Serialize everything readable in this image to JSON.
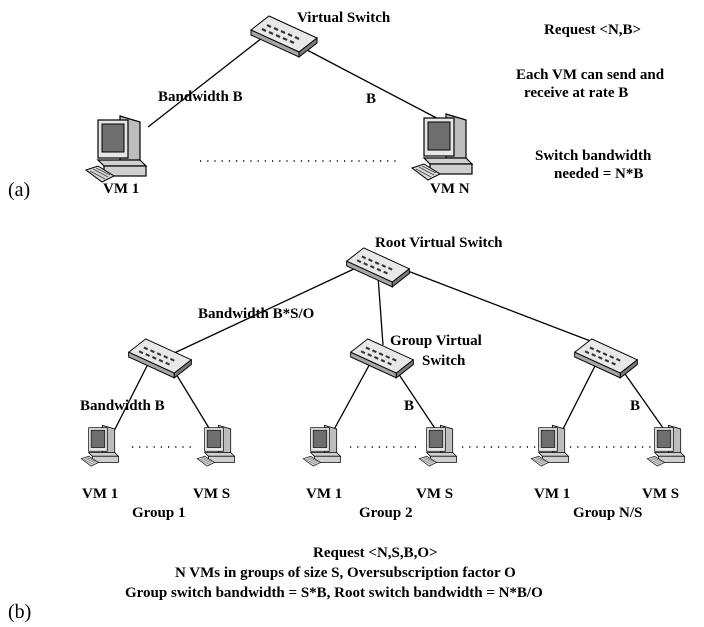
{
  "panel_a": {
    "label": "(a)",
    "switch_label": "Virtual Switch",
    "link_left_label": "Bandwidth B",
    "link_right_label": "B",
    "vm_left": "VM 1",
    "vm_right": "VM N",
    "notes": [
      "Request <N,B>",
      "Each VM can send and",
      "receive at rate B",
      "Switch bandwidth",
      "needed = N*B"
    ]
  },
  "panel_b": {
    "label": "(b)",
    "root_label": "Root Virtual Switch",
    "root_link_label": "Bandwidth B*S/O",
    "group_switch_label_1": "Group Virtual",
    "group_switch_label_2": "Switch",
    "groups": [
      {
        "name": "Group 1",
        "link_label": "Bandwidth B",
        "vm_left": "VM 1",
        "vm_right": "VM S"
      },
      {
        "name": "Group 2",
        "link_label": "B",
        "vm_left": "VM 1",
        "vm_right": "VM S"
      },
      {
        "name": "Group N/S",
        "link_label": "B",
        "vm_left": "VM 1",
        "vm_right": "VM S"
      }
    ],
    "notes": [
      "Request <N,S,B,O>",
      "N VMs in groups of size S, Oversubscription factor O",
      "Group switch bandwidth = S*B, Root switch bandwidth = N*B/O"
    ]
  },
  "colors": {
    "ink": "#000000",
    "switch_body": "#d9d9d9",
    "monitor_body": "#e6e6e6",
    "screen": "#6f6f6f"
  },
  "icons": {
    "switch": "network-switch-icon",
    "vm": "desktop-computer-icon"
  }
}
